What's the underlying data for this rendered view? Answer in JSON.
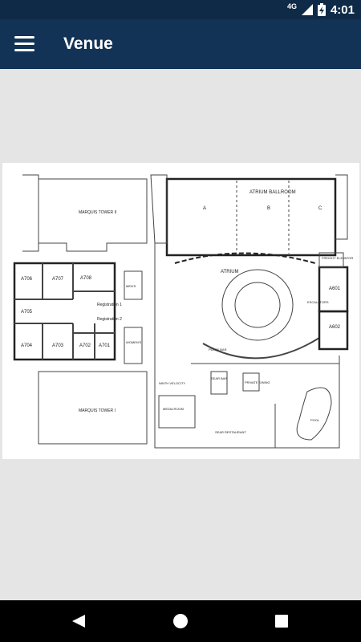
{
  "status_bar": {
    "network": "4G",
    "time": "4:01"
  },
  "app_bar": {
    "title": "Venue"
  },
  "floor_plan": {
    "labels": {
      "marquis_tower_ii": "MARQUIS TOWER II",
      "marquis_tower_i": "MARQUIS TOWER I",
      "atrium_ballroom": "ATRIUM BALLROOM",
      "a": "A",
      "b": "B",
      "c": "C",
      "atrium": "ATRIUM",
      "freight_elevator": "FREIGHT ELEVATOR",
      "a601": "A601",
      "a602": "A602",
      "escalators": "ESCALATORS",
      "a706": "A706",
      "a707": "A707",
      "a708": "A708",
      "a705": "A705",
      "a704": "A704",
      "a703": "A703",
      "a702": "A702",
      "a701": "A701",
      "mens": "MEN'S",
      "womens": "WOMEN'S",
      "registration_1": "Registration 1",
      "registration_2": "Registration 2",
      "pulse_bar": "PULSE BAR",
      "sear_bar": "SEAR BAR",
      "private_dining": "PRIVATE DINING",
      "sear_restaurant": "SEAR RESTAURANT",
      "ninth_velocity": "NINTH VELOCITY",
      "media_room": "MEDIA ROOM",
      "pool": "POOL"
    }
  },
  "icons": {
    "menu": "hamburger-menu-icon",
    "back": "back-triangle-icon",
    "home": "home-circle-icon",
    "recents": "recents-square-icon"
  }
}
